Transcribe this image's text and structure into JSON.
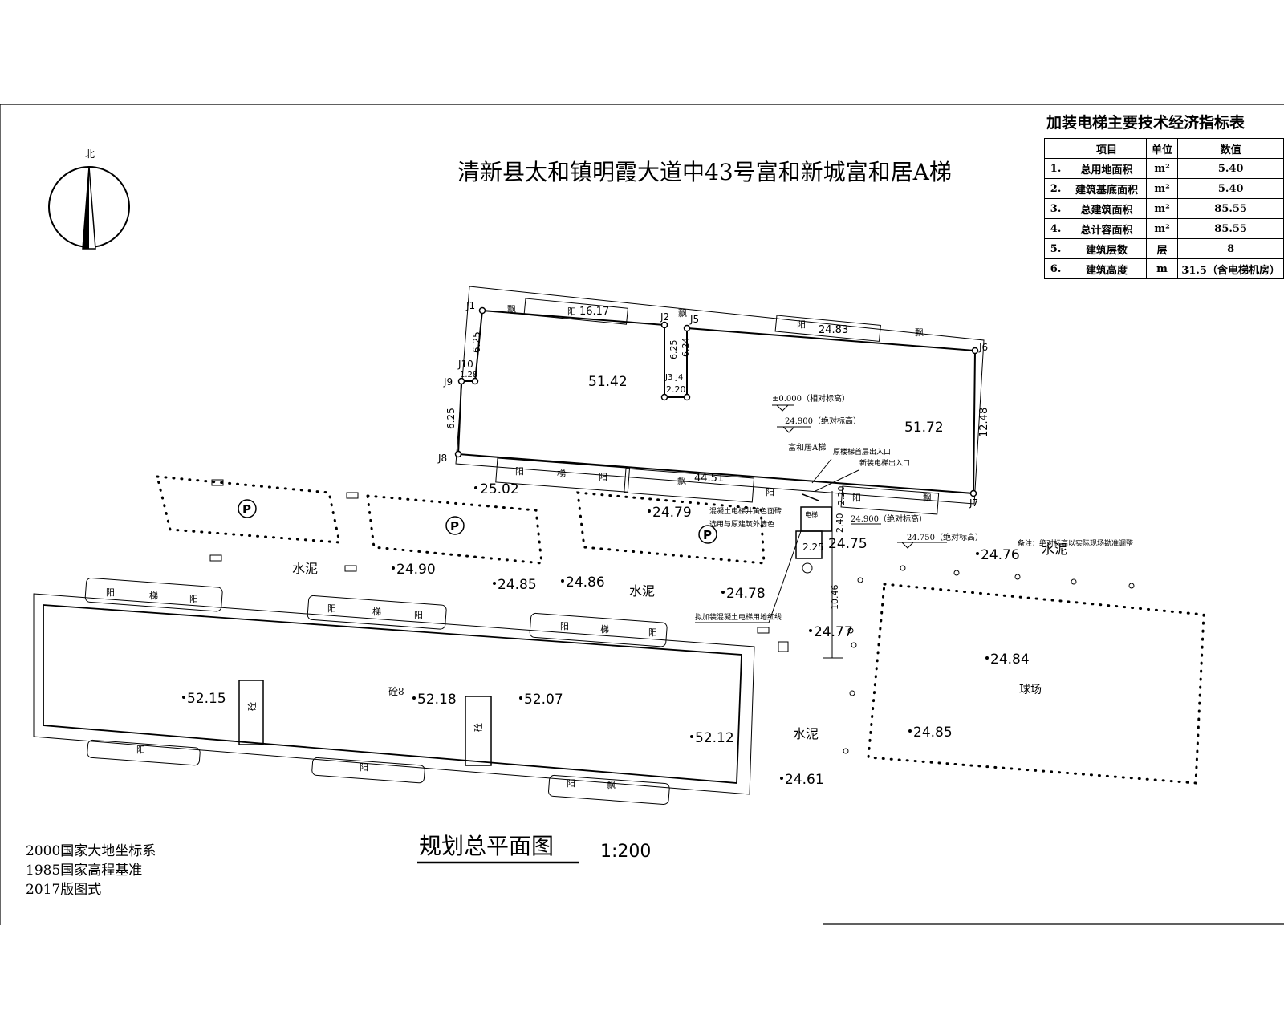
{
  "title": "清新县太和镇明霞大道中43号富和新城富和居A梯",
  "north_label": "北",
  "drawing_title": "规划总平面图",
  "scale": "1:200",
  "legend_lines": [
    "2000国家大地坐标系",
    "1985国家高程基准",
    "2017版图式"
  ],
  "table": {
    "title": "加装电梯主要技术经济指标表",
    "headers": [
      "",
      "项目",
      "单位",
      "数值"
    ],
    "rows": [
      {
        "no": "1.",
        "item": "总用地面积",
        "unit": "m²",
        "value": "5.40"
      },
      {
        "no": "2.",
        "item": "建筑基底面积",
        "unit": "m²",
        "value": "5.40"
      },
      {
        "no": "3.",
        "item": "总建筑面积",
        "unit": "m²",
        "value": "85.55"
      },
      {
        "no": "4.",
        "item": "总计容面积",
        "unit": "m²",
        "value": "85.55"
      },
      {
        "no": "5.",
        "item": "建筑层数",
        "unit": "层",
        "value": "8"
      },
      {
        "no": "6.",
        "item": "建筑高度",
        "unit": "m",
        "value": "31.5（含电梯机房）"
      }
    ]
  },
  "note": "备注：绝对标高以实际现场勘准调整",
  "points": [
    "J1",
    "J2",
    "J3",
    "J4",
    "J5",
    "J6",
    "J7",
    "J8",
    "J9",
    "J10"
  ],
  "dimensions": {
    "d_16_17": "16.17",
    "d_24_83": "24.83",
    "d_44_51": "44.51",
    "d_12_48": "12.48",
    "d_6_25_a": "6.25",
    "d_6_25_b": "6.25",
    "d_6_25_c": "6.25",
    "d_6_24": "6.24",
    "d_1_28": "1.28",
    "d_2_20_a": "2.20",
    "d_2_20_b": "2.20",
    "d_2_40": "2.40",
    "d_2_25": "2.25",
    "d_10_46": "10.46"
  },
  "elevations": {
    "e_51_42": "51.42",
    "e_51_72": "51.72",
    "e_25_02": "25.02",
    "e_24_79": "24.79",
    "e_24_75": "24.75",
    "e_24_76": "24.76",
    "e_24_90": "24.90",
    "e_24_85_a": "24.85",
    "e_24_86": "24.86",
    "e_24_78": "24.78",
    "e_24_77": "24.77",
    "e_24_84": "24.84",
    "e_24_85_b": "24.85",
    "e_24_61": "24.61",
    "e_52_15": "52.15",
    "e_52_18": "52.18",
    "e_52_07": "52.07",
    "e_52_12": "52.12"
  },
  "level_marks": {
    "pm0": "±0.000（相对标高）",
    "abs1": "24.900（绝对标高）",
    "abs2": "24.900（绝对标高）",
    "abs3": "24.750（绝对标高）"
  },
  "annotations": {
    "building_name": "富和居A梯",
    "old_entry": "原楼梯首层出入口",
    "new_entry": "新装电梯出入口",
    "color_note_1": "混凝土电梯井黄色面砖",
    "color_note_2": "选用与原建筑外墙色",
    "boundary_note": "拟加装混凝土电梯用地红线",
    "elevator_label": "电梯",
    "shaft_label": "砼",
    "shaft_label_2": "砼8"
  },
  "labels": {
    "yang": "阳",
    "ti": "梯",
    "piao": "飘",
    "cement": "水泥",
    "court": "球场",
    "parking": "P",
    "conc": "砼"
  }
}
